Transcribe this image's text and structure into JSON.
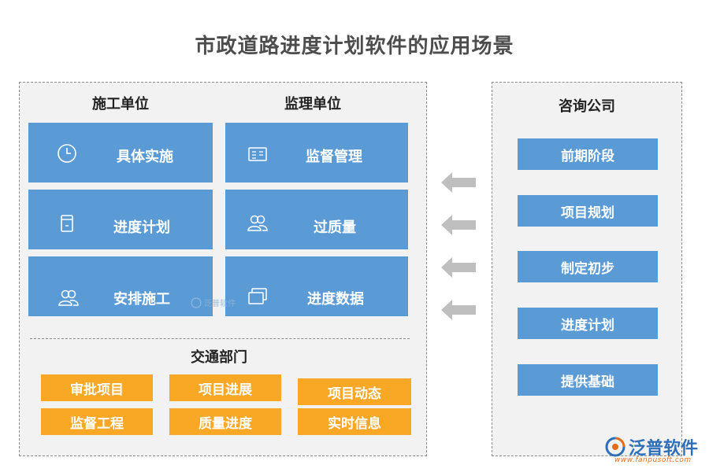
{
  "title": "市政道路进度计划软件的应用场景",
  "left_panel": {
    "construction": {
      "heading": "施工单位",
      "items": [
        {
          "label": "具体实施",
          "icon": "clock-icon"
        },
        {
          "label": "进度计划",
          "icon": "clipboard-icon"
        },
        {
          "label": "安排施工",
          "icon": "people-icon"
        }
      ]
    },
    "supervision": {
      "heading": "监理单位",
      "items": [
        {
          "label": "监督管理",
          "icon": "board-icon"
        },
        {
          "label": "过质量",
          "icon": "people-icon"
        },
        {
          "label": "进度数据",
          "icon": "windows-icon"
        }
      ]
    },
    "transport": {
      "heading": "交通部门",
      "items": [
        "审批项目",
        "项目进展",
        "项目动态",
        "监督工程",
        "质量进度",
        "实时信息"
      ]
    },
    "watermark": "泛普软件"
  },
  "consulting": {
    "heading": "咨询公司",
    "items": [
      "前期阶段",
      "项目规划",
      "制定初步",
      "进度计划",
      "提供基础"
    ]
  },
  "colors": {
    "blue": "#5b9bd5",
    "orange": "#f9a825",
    "arrow": "#bfbfbf",
    "panel": "#f2f2f2"
  },
  "brand": {
    "name": "泛普软件",
    "url": "www.fanpusoft.com"
  }
}
